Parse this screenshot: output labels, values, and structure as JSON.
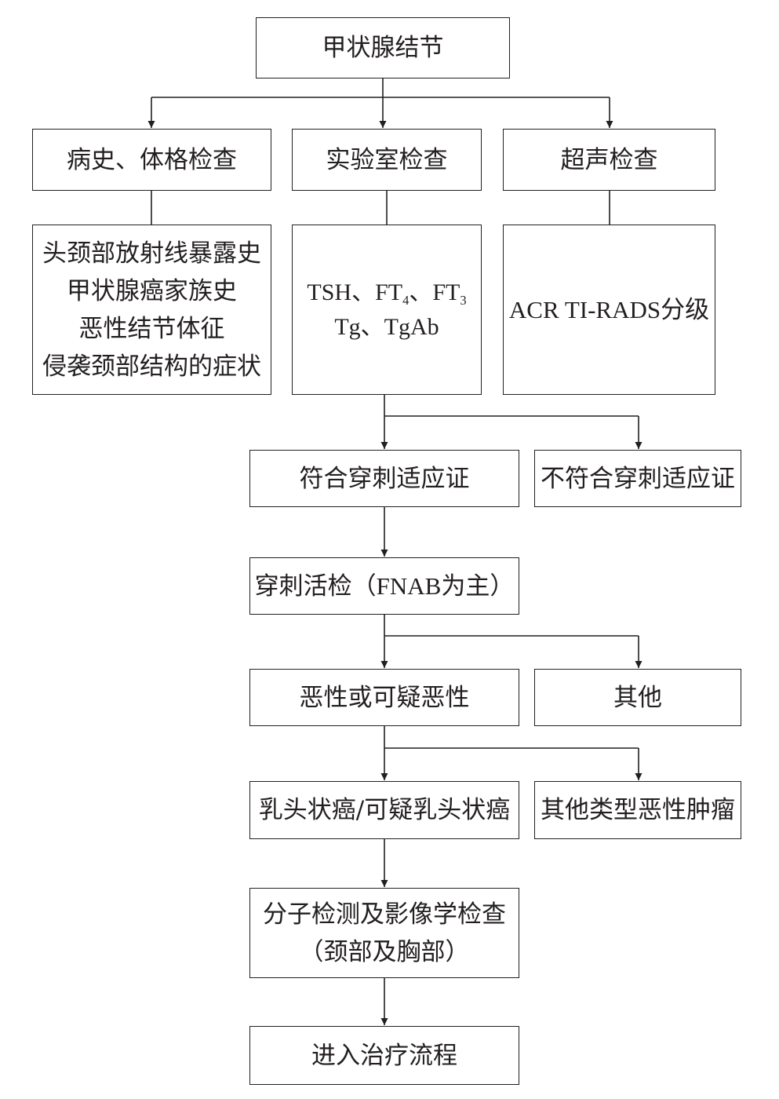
{
  "nodes": {
    "root": {
      "lines": [
        "甲状腺结节"
      ]
    },
    "history": {
      "lines": [
        "病史、体格检查"
      ]
    },
    "lab": {
      "lines": [
        "实验室检查"
      ]
    },
    "ultrasound": {
      "lines": [
        "超声检查"
      ]
    },
    "history_detail": {
      "lines": [
        "头颈部放射线暴露史",
        "甲状腺癌家族史",
        "恶性结节体征",
        "侵袭颈部结构的症状"
      ]
    },
    "lab_detail": {
      "line1": {
        "tsh": "TSH、FT",
        "ft4_sub": "4",
        "sep": "、FT",
        "ft3_sub": "3"
      },
      "line2": "Tg、TgAb"
    },
    "ultrasound_detail": {
      "lines": [
        "ACR TI-RADS分级"
      ]
    },
    "fna_indicated": {
      "lines": [
        "符合穿刺适应证"
      ]
    },
    "fna_not_indicated": {
      "lines": [
        "不符合穿刺适应证"
      ]
    },
    "biopsy": {
      "lines": [
        "穿刺活检（FNAB为主）"
      ]
    },
    "malignant": {
      "lines": [
        "恶性或可疑恶性"
      ]
    },
    "other": {
      "lines": [
        "其他"
      ]
    },
    "papillary": {
      "lines": [
        "乳头状癌/可疑乳头状癌"
      ]
    },
    "other_malignant": {
      "lines": [
        "其他类型恶性肿瘤"
      ]
    },
    "molecular": {
      "lines": [
        "分子检测及影像学检查",
        "（颈部及胸部）"
      ]
    },
    "treatment": {
      "lines": [
        "进入治疗流程"
      ]
    }
  },
  "colors": {
    "stroke": "#231f20",
    "background": "#ffffff"
  }
}
